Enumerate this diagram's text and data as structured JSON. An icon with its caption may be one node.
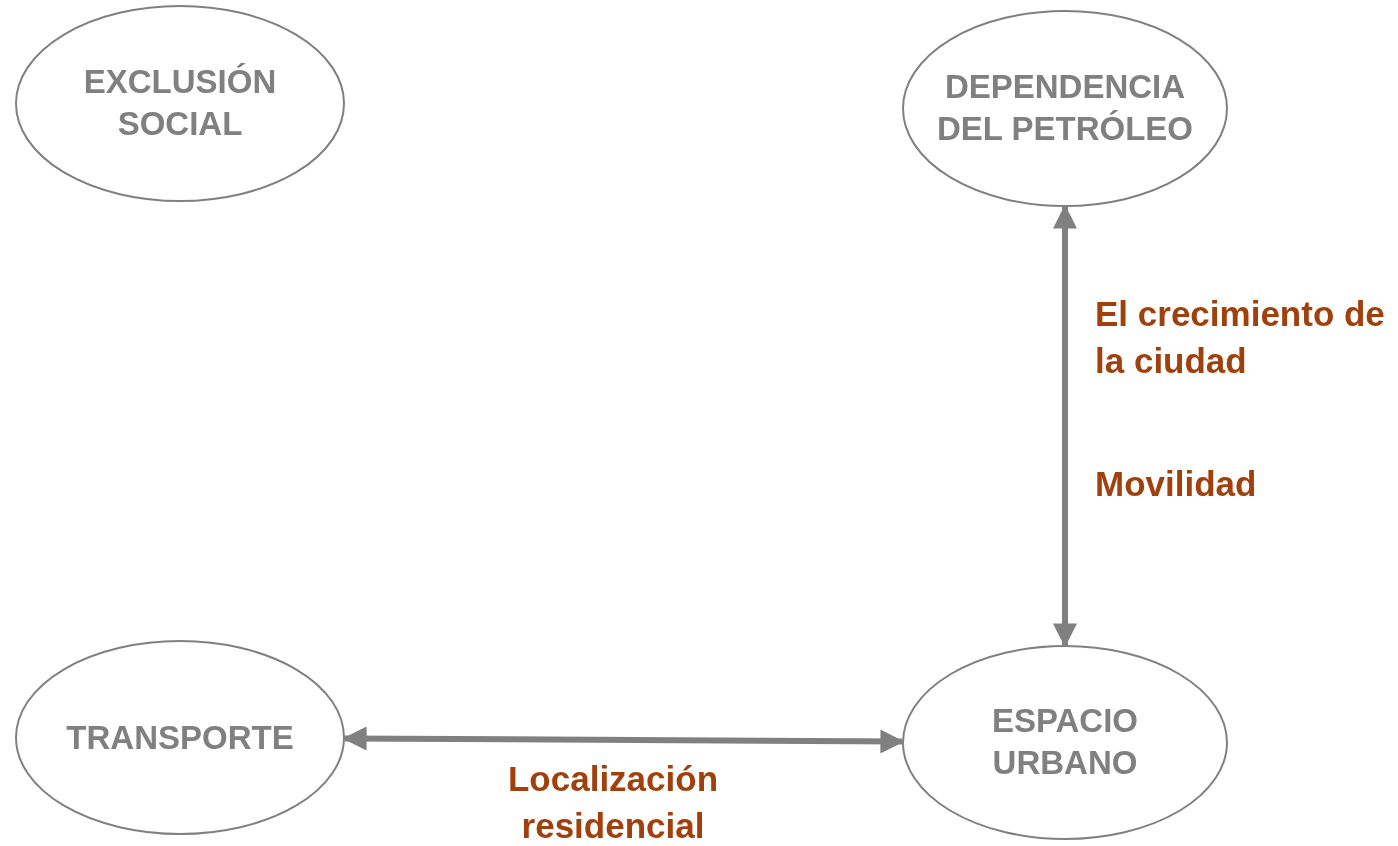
{
  "diagram": {
    "nodes": [
      {
        "text": [
          "EXCLUSIÓN SOCIAL"
        ]
      },
      {
        "text": [
          "DEPENDENCIA DEL PETRÓLEO"
        ]
      },
      {
        "text": [
          "TRANSPORTE"
        ]
      },
      {
        "text": [
          "ESPACIO URBANO"
        ]
      }
    ],
    "edges": [
      {
        "from": 1,
        "to": 3,
        "arrow": "both",
        "label": "El crecimiento de la ciudad"
      },
      {
        "from": 2,
        "to": 3,
        "arrow": "both",
        "label": "Localización residencial"
      }
    ],
    "labels": [
      "Movilidad"
    ]
  }
}
